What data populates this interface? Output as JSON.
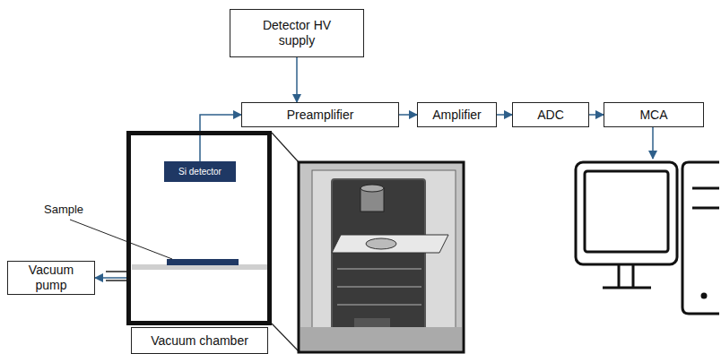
{
  "diagram": {
    "nodes": [
      {
        "text": [
          "Detector HV supply"
        ]
      },
      {
        "text": [
          "Preamplifier"
        ]
      },
      {
        "text": [
          "Amplifier"
        ]
      },
      {
        "text": [
          "ADC"
        ]
      },
      {
        "text": [
          "MCA"
        ]
      },
      {
        "text": [
          "Vacuum chamber"
        ]
      },
      {
        "text": [
          "Si detector"
        ],
        "in": 5
      },
      {
        "text": [
          "Vacuum pump"
        ]
      }
    ],
    "edges": [
      {
        "from": 0,
        "to": 1,
        "arrow": "to"
      },
      {
        "from": 6,
        "to": 1,
        "arrow": "to"
      },
      {
        "from": 1,
        "to": 2,
        "arrow": "to"
      },
      {
        "from": 2,
        "to": 3,
        "arrow": "to"
      },
      {
        "from": 3,
        "to": 4,
        "arrow": "to"
      },
      {
        "from": 5,
        "to": 7,
        "arrow": "to"
      }
    ],
    "labels": [
      "Sample"
    ]
  }
}
